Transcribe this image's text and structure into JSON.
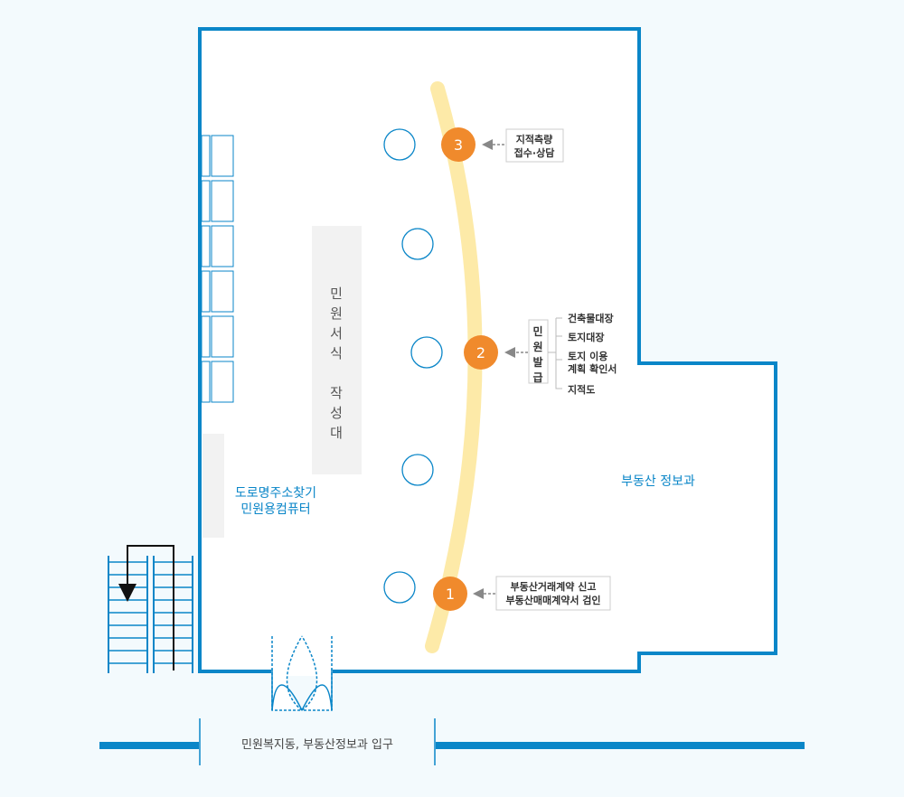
{
  "colors": {
    "wall": "#0a86c8",
    "floor": "#ffffff",
    "background": "#f3fafd",
    "path": "#fdeaa8",
    "marker": "#f08a2c",
    "desk": "#f2f2f2",
    "accent_text": "#0a86c8"
  },
  "areas": {
    "form_desk": "민원서식 작성대",
    "kiosk": "도로명주소찾기 민원용컴퓨터",
    "department": "부동산 정보과",
    "entrance": "민원복지동, 부동산정보과 입구"
  },
  "windows": [
    {
      "number": "3",
      "label_line1": "지적측량",
      "label_line2": "접수·상담"
    },
    {
      "number": "2",
      "label_line1": "민원발급",
      "label_line2": ""
    },
    {
      "number": "1",
      "label_line1": "부동산거래계약 신고",
      "label_line2": "부동산매매계약서 검인"
    }
  ],
  "issuance_items": [
    "건축물대장",
    "토지대장",
    "토지 이용 계획 확인서",
    "지적도"
  ],
  "icons": [
    "stairs-icon",
    "door-icon",
    "chair-icon",
    "arrow-icon"
  ]
}
